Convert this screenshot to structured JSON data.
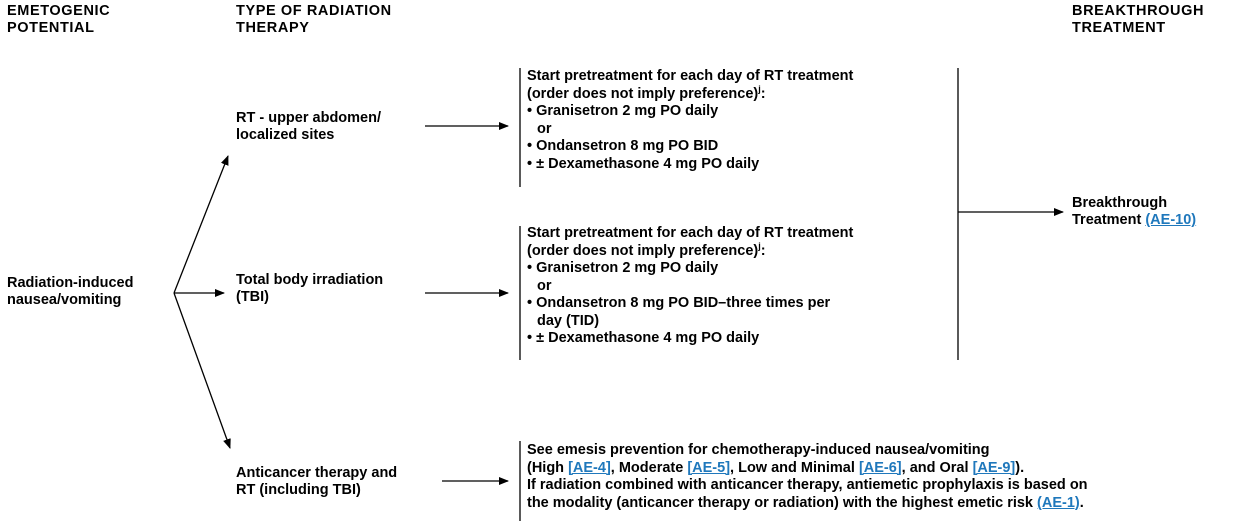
{
  "headers": {
    "emetogenic": [
      "EMETOGENIC",
      "POTENTIAL"
    ],
    "rt_type": [
      "TYPE OF RADIATION",
      "THERAPY"
    ],
    "breakthrough": [
      "BREAKTHROUGH",
      "TREATMENT"
    ]
  },
  "root": [
    "Radiation-induced",
    "nausea/vomiting"
  ],
  "branches": {
    "upper_abdomen": [
      "RT - upper abdomen/",
      "localized sites"
    ],
    "tbi": [
      "Total body irradiation",
      "(TBI)"
    ],
    "anticancer": [
      "Anticancer therapy and",
      "RT (including TBI)"
    ]
  },
  "box_upper": {
    "line1": "Start pretreatment for each day of RT treatment",
    "line2": "(order does not imply preference)",
    "sup": "j",
    "colon": ":",
    "items": [
      "• Granisetron 2 mg PO daily",
      "or",
      "• Ondansetron 8 mg PO BID",
      "• ± Dexamethasone 4 mg PO daily"
    ]
  },
  "box_tbi": {
    "line1": "Start pretreatment for each day of RT treatment",
    "line2": "(order does not imply preference)",
    "sup": "j",
    "colon": ":",
    "items": [
      "• Granisetron 2 mg PO daily",
      "or",
      "• Ondansetron 8 mg PO BID–three times per",
      "day (TID)",
      "• ± Dexamethasone 4 mg PO daily"
    ]
  },
  "breakthrough": {
    "line1": "Breakthrough",
    "line2": "Treatment",
    "link": "(AE-10)"
  },
  "box_anticancer": {
    "line1": "See emesis prevention for chemotherapy-induced nausea/vomiting",
    "l2_a": "(High ",
    "l2_link1": "[AE-4]",
    "l2_b": ", Moderate ",
    "l2_link2": "[AE-5]",
    "l2_c": ", Low and Minimal ",
    "l2_link3": "[AE-6]",
    "l2_d": ", and Oral ",
    "l2_link4": "[AE-9]",
    "l2_e": ").",
    "line3": "If radiation combined with anticancer therapy, antiemetic prophylaxis is based on",
    "l4_a": "the modality (anticancer therapy or radiation) with the highest emetic risk ",
    "l4_link": "(AE-1)",
    "l4_b": "."
  },
  "colors": {
    "link": "#1f78bc",
    "text": "#000000",
    "background": "#ffffff"
  }
}
